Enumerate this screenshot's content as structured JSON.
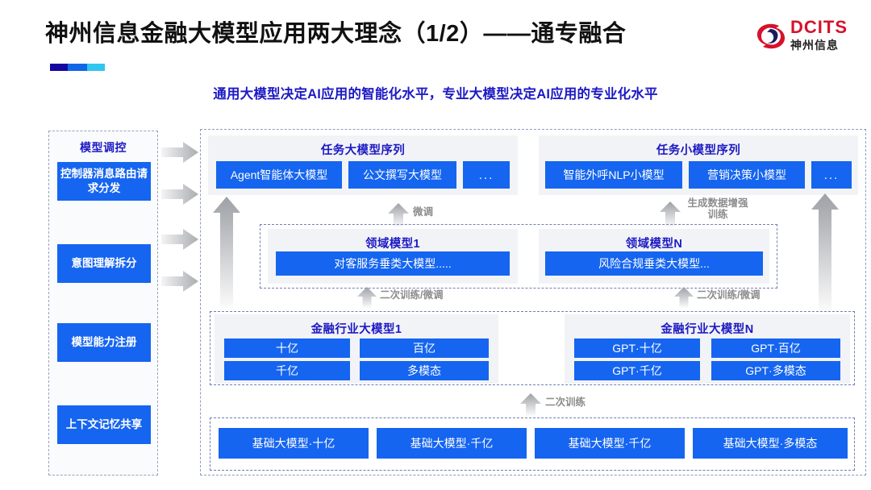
{
  "header": {
    "title": "神州信息金融大模型应用两大理念（1/2）——通专融合",
    "subtitle": "通用大模型决定AI应用的智能化水平，专业大模型决定AI应用的专业化水平",
    "logo": {
      "en": "DCITS",
      "cn": "神州信息",
      "mark": "swirl-logo-icon",
      "red": "#d6122c"
    },
    "accent_bar": [
      "#1408a0",
      "#1166e8",
      "#30c6ef"
    ]
  },
  "control_panel": {
    "title": "模型调控",
    "items": [
      {
        "label": "控制器消息路由请求分发"
      },
      {
        "label": "意图理解拆分"
      },
      {
        "label": "模型能力注册"
      },
      {
        "label": "上下文记忆共享"
      }
    ]
  },
  "task_large": {
    "title": "任务大模型序列",
    "chips": [
      "Agent智能体大模型",
      "公文撰写大模型",
      "..."
    ]
  },
  "task_small": {
    "title": "任务小模型序列",
    "chips": [
      "智能外呼NLP小模型",
      "营销决策小模型",
      "..."
    ]
  },
  "domain_models": [
    {
      "title": "领域模型1",
      "chip": "对客服务垂类大模型....."
    },
    {
      "title": "领域模型N",
      "chip": "风险合规垂类大模型..."
    }
  ],
  "industry_models": [
    {
      "title": "金融行业大模型1",
      "chips": [
        "十亿",
        "百亿",
        "千亿",
        "多模态"
      ]
    },
    {
      "title": "金融行业大模型N",
      "chips": [
        "GPT·十亿",
        "GPT·百亿",
        "GPT·千亿",
        "GPT·多模态"
      ]
    }
  ],
  "base_models": {
    "chips": [
      "基础大模型·十亿",
      "基础大模型·千亿",
      "基础大模型·千亿",
      "基础大模型·多模态"
    ]
  },
  "flow_labels": {
    "fine_tune": "微调",
    "data_aug": "生成数据增强训练",
    "retrain_tune_left": "二次训练/微调",
    "retrain_tune_right": "二次训练/微调",
    "retrain": "二次训练"
  },
  "colors": {
    "chip_blue": "#1565f0",
    "heading_blue": "#1d1ac4",
    "arrow_gray": "#b9bcc1"
  }
}
